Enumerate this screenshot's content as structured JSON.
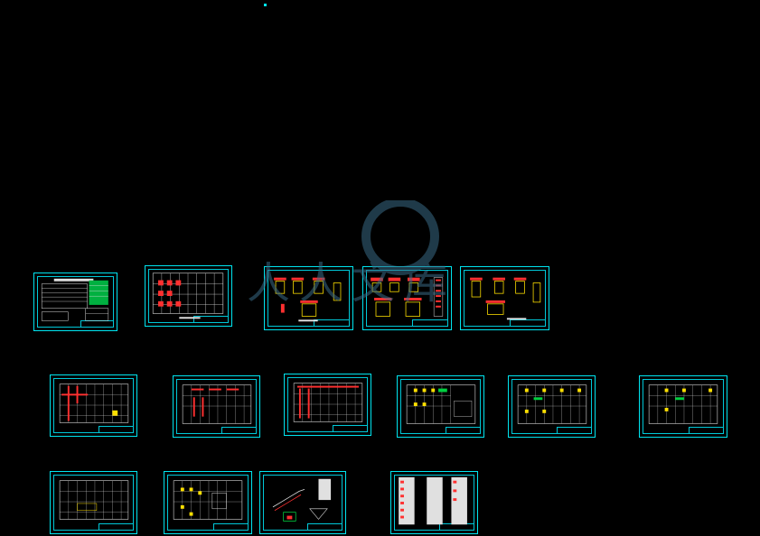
{
  "watermark": {
    "text": "人人文库"
  },
  "colors": {
    "background": "#000000",
    "frame": "#00e5f0",
    "line_white": "#e0e0e0",
    "line_red": "#ff3030",
    "line_yellow": "#ffe000",
    "line_green": "#00d040",
    "watermark": "#3a6b86"
  },
  "sheets": [
    {
      "id": "cover",
      "kind": "cover"
    },
    {
      "id": "foundation-plan",
      "kind": "grid-red"
    },
    {
      "id": "details-1",
      "kind": "details"
    },
    {
      "id": "details-2",
      "kind": "details-col"
    },
    {
      "id": "details-3",
      "kind": "details"
    },
    {
      "id": "floor-plan-1",
      "kind": "plan-red"
    },
    {
      "id": "floor-plan-2",
      "kind": "plan-red"
    },
    {
      "id": "floor-plan-3",
      "kind": "plan-red"
    },
    {
      "id": "floor-plan-4",
      "kind": "plan-yellow"
    },
    {
      "id": "floor-plan-5",
      "kind": "plan-yellow"
    },
    {
      "id": "floor-plan-6",
      "kind": "plan-yellow"
    },
    {
      "id": "roof-plan-1",
      "kind": "plan-white"
    },
    {
      "id": "roof-plan-2",
      "kind": "plan-yellow"
    },
    {
      "id": "stair-details",
      "kind": "stair"
    },
    {
      "id": "schedule",
      "kind": "schedule"
    }
  ]
}
